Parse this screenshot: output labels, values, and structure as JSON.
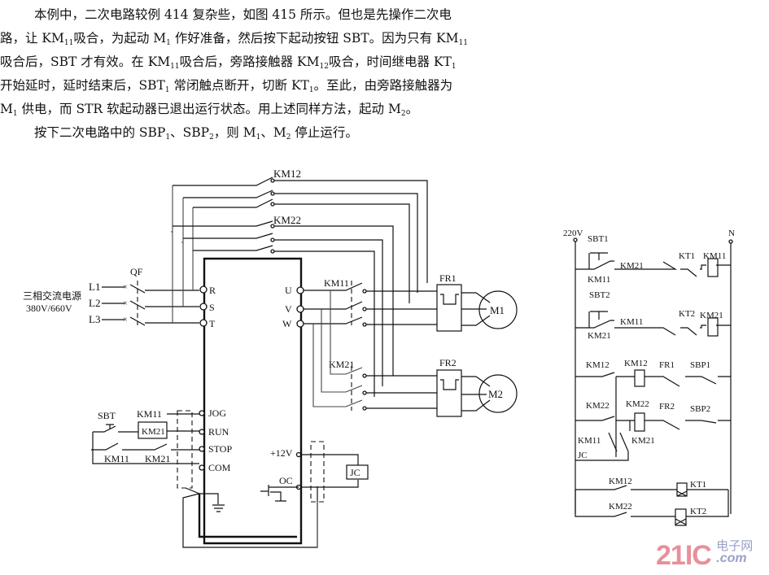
{
  "text": {
    "para1_lines": [
      "本例中，二次电路较例 414 复杂些，如图 415 所示。但也是先操作二次电",
      [
        "路，让 KM",
        "11",
        "吸合，为起动 M",
        "1",
        " 作好准备，然后按下起动按钮 SBT。因为只有 KM",
        "11"
      ],
      [
        "吸合后，SBT 才有效。在 KM",
        "11",
        "吸合后，旁路接触器 KM",
        "12",
        "吸合，时间继电器 KT",
        "1"
      ],
      [
        "开始延时，延时结束后，SBT",
        "1",
        " 常闭触点断开，切断 KT",
        "1",
        "。至此，由旁路接触器为"
      ],
      [
        "M",
        "1",
        " 供电，而 STR 软起动器已退出运行状态。用上述同样方法，起动 M",
        "2",
        "。"
      ]
    ],
    "para2_line": [
      "按下二次电路中的 SBP",
      "1",
      "、SBP",
      "2",
      "，则 M",
      "1",
      "、M",
      "2",
      " 停止运行。"
    ]
  },
  "main_circuit": {
    "power_label": "三相交流电源",
    "power_voltage": "380V/660V",
    "lines": [
      "L1",
      "L2",
      "L3"
    ],
    "breaker": "QF",
    "input_terminals": [
      "R",
      "S",
      "T"
    ],
    "output_terminals": [
      "U",
      "V",
      "W"
    ],
    "bypass_contactors": [
      "KM12",
      "KM22"
    ],
    "run_contactors": [
      "KM11",
      "KM21"
    ],
    "thermal_relays": [
      "FR1",
      "FR2"
    ],
    "motors": [
      "M1",
      "M2"
    ],
    "control_terminals": [
      "JOG",
      "RUN",
      "STOP",
      "COM"
    ],
    "control_labels": {
      "sbt": "SBT",
      "km11_coil": "KM11",
      "km21_coil": "KM21",
      "km11_contact": "KM11",
      "km21_contact": "KM21"
    },
    "output_labels": {
      "v12": "+12V",
      "oc": "OC",
      "jc": "JC"
    }
  },
  "secondary_circuit": {
    "supply": "220V",
    "neutral": "N",
    "rungs": [
      {
        "contacts": [
          "SBT1",
          "KM11",
          "KM21",
          "KT1"
        ],
        "coil": "KM11"
      },
      {
        "contacts": [
          "SBT2",
          "KM21",
          "KM11",
          "KT2"
        ],
        "coil": "KM21"
      },
      {
        "contacts": [
          "KM12",
          "FR1",
          "SBP1"
        ],
        "coil": "KM12"
      },
      {
        "contacts": [
          "KM22",
          "FR2",
          "SBP2"
        ],
        "coil": "KM22"
      },
      {
        "contacts": [
          "KM11",
          "KM21",
          "JC"
        ],
        "coil": ""
      },
      {
        "contacts": [
          "KM12"
        ],
        "coil": "KT1"
      },
      {
        "contacts": [
          "KM22"
        ],
        "coil": "KT2"
      }
    ]
  },
  "watermark": {
    "brand": "21IC",
    "cn": "电子网",
    "dom": ".com",
    "brand_color": "#e8909a",
    "cn_color": "#9aa0c8"
  }
}
